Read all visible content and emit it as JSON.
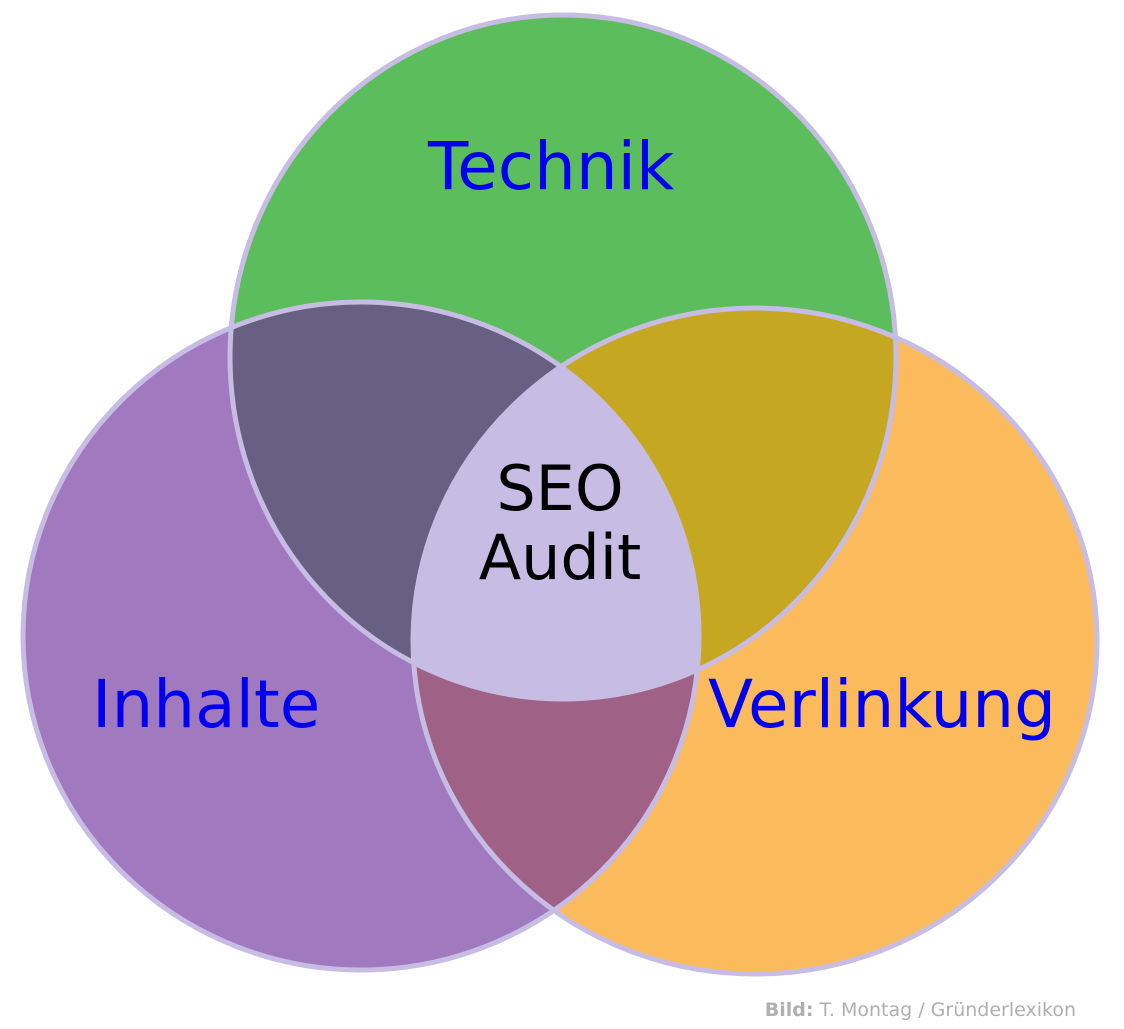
{
  "diagram": {
    "type": "venn",
    "sets": [
      {
        "id": "technik",
        "label": "Technik",
        "color": "#5cbd5c"
      },
      {
        "id": "inhalte",
        "label": "Inhalte",
        "color": "#a079bf"
      },
      {
        "id": "verlinkung",
        "label": "Verlinkung",
        "color": "#fbbb5c"
      }
    ],
    "intersections": [
      {
        "sets": [
          "technik",
          "inhalte"
        ],
        "color": "#676083"
      },
      {
        "sets": [
          "technik",
          "verlinkung"
        ],
        "color": "#c6a722"
      },
      {
        "sets": [
          "inhalte",
          "verlinkung"
        ],
        "color": "#a06186"
      }
    ],
    "center": {
      "line1": "SEO",
      "line2": "Audit",
      "color": "#c7bde4"
    },
    "stroke_color": "#c7bde4",
    "label_color": "#0000ee"
  },
  "credit": {
    "prefix": "Bild:",
    "text": "T. Montag / Gründerlexikon"
  }
}
